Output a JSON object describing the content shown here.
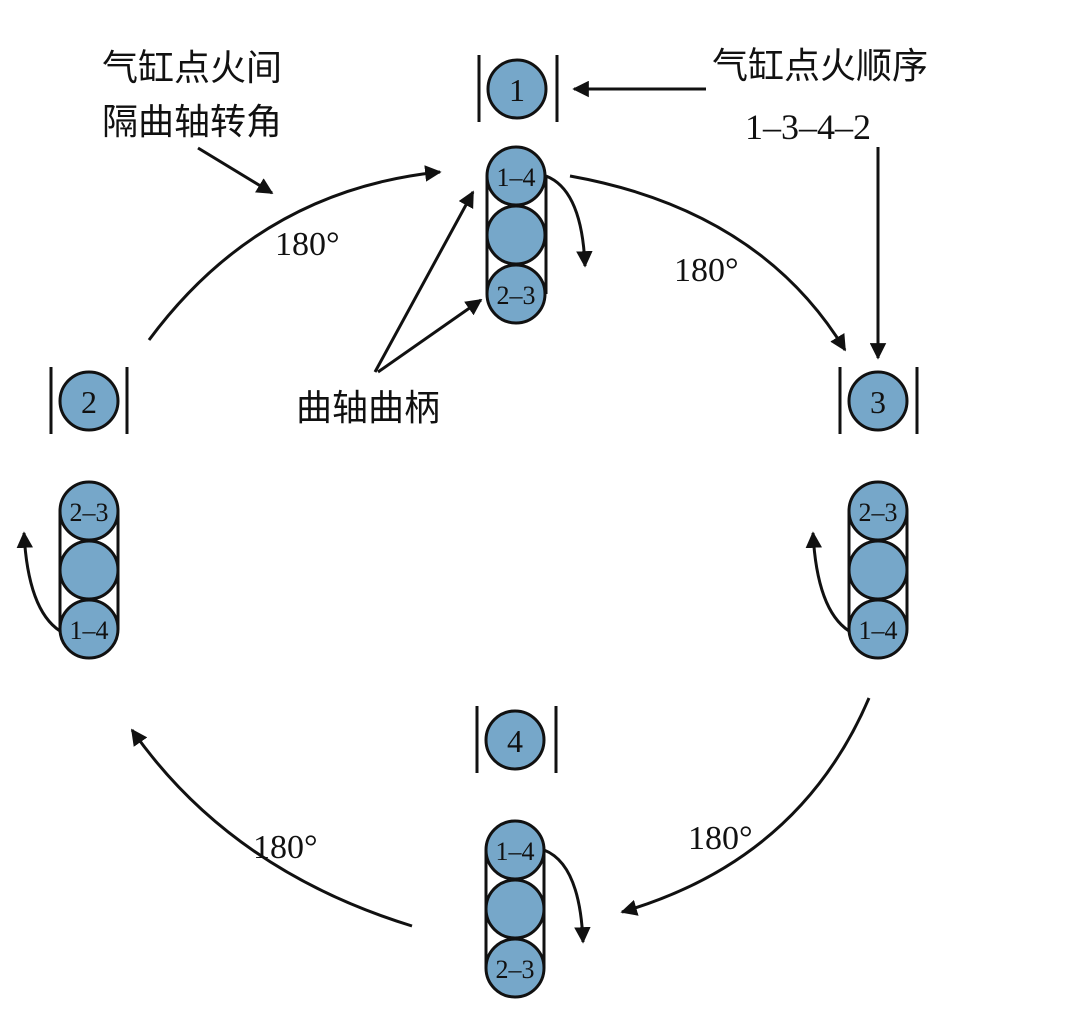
{
  "colors": {
    "cylinder_fill": "#76a7c9",
    "stroke": "#111111",
    "background": "#ffffff"
  },
  "labels": {
    "interval_title_line1": "气缸点火间",
    "interval_title_line2": "隔曲轴转角",
    "firing_order_title": "气缸点火顺序",
    "firing_order_value": "1–3–4–2",
    "crank_throw_label": "曲轴曲柄"
  },
  "cylinders": [
    {
      "id": "1",
      "label": "1"
    },
    {
      "id": "2",
      "label": "2"
    },
    {
      "id": "3",
      "label": "3"
    },
    {
      "id": "4",
      "label": "4"
    }
  ],
  "crankshafts": {
    "top": {
      "upper": "1–4",
      "lower": "2–3"
    },
    "left": {
      "upper": "2–3",
      "lower": "1–4"
    },
    "right": {
      "upper": "2–3",
      "lower": "1–4"
    },
    "bottom": {
      "upper": "1–4",
      "lower": "2–3"
    }
  },
  "angles": {
    "top_left": "180°",
    "top_right": "180°",
    "bottom_right": "180°",
    "bottom_left": "180°"
  }
}
